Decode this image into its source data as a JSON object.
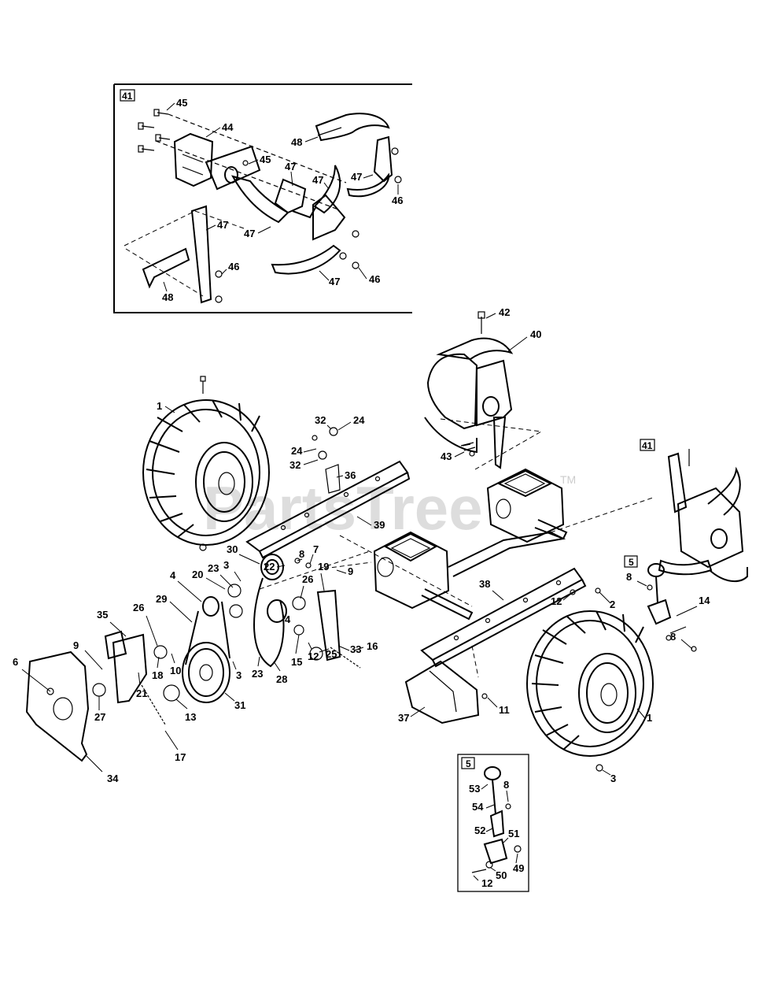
{
  "watermark": {
    "text": "PartsTree",
    "trademark": "TM"
  },
  "callout_boxes": {
    "tine_detail": "41",
    "shifter_detail": "5",
    "tine_ref": "41",
    "shifter_ref": "5"
  },
  "labels": {
    "tine_detail": [
      "45",
      "44",
      "45",
      "48",
      "47",
      "47",
      "47",
      "46",
      "47",
      "46",
      "47",
      "46",
      "47",
      "48"
    ],
    "main": [
      "42",
      "40",
      "1",
      "24",
      "32",
      "24",
      "32",
      "36",
      "39",
      "43",
      "30",
      "22",
      "8",
      "7",
      "23",
      "3",
      "26",
      "19",
      "9",
      "20",
      "4",
      "29",
      "26",
      "35",
      "6",
      "9",
      "18",
      "10",
      "21",
      "27",
      "13",
      "31",
      "17",
      "34",
      "3",
      "23",
      "28",
      "4",
      "15",
      "12",
      "25",
      "33",
      "16",
      "38",
      "12",
      "2",
      "37",
      "11",
      "8",
      "14",
      "8",
      "1",
      "3"
    ],
    "shifter_detail": [
      "53",
      "8",
      "54",
      "52",
      "51",
      "49",
      "50",
      "12"
    ]
  }
}
